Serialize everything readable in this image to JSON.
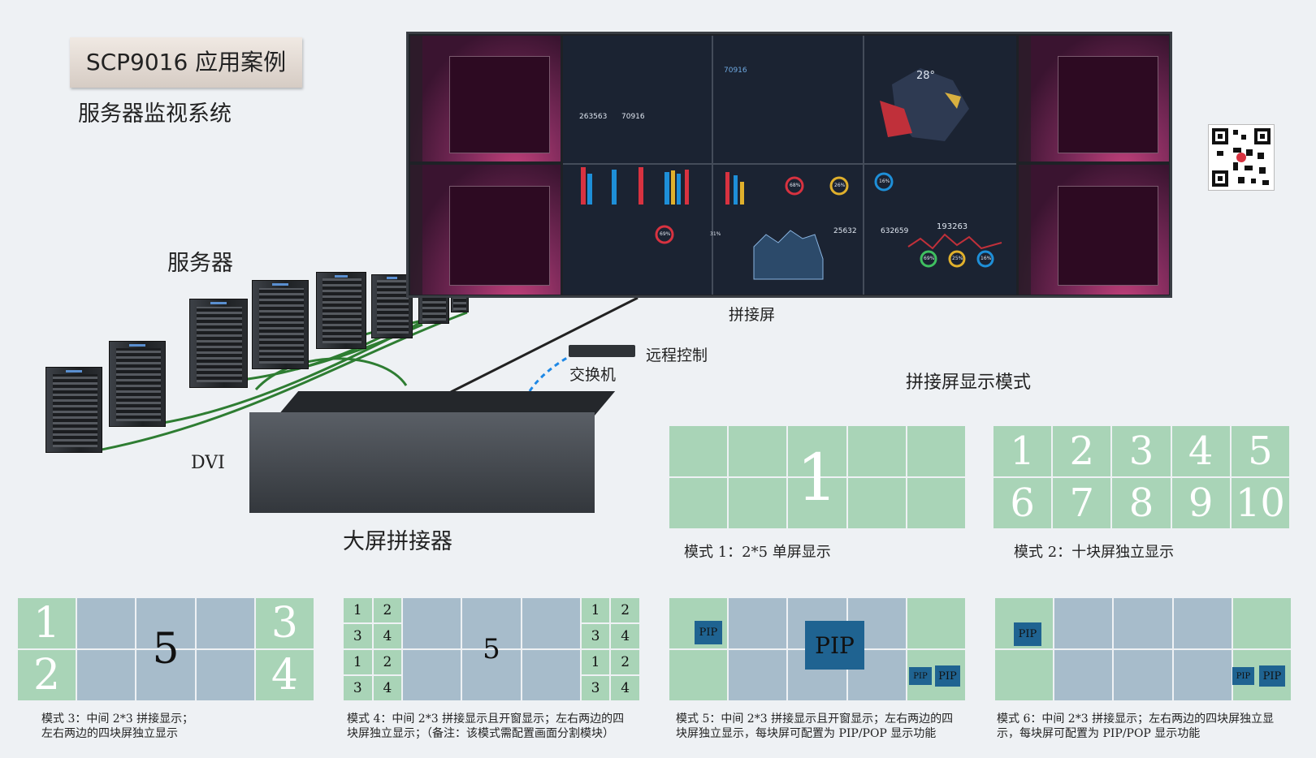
{
  "header": {
    "title": "SCP9016 应用案例",
    "subtitle": "服务器监视系统"
  },
  "labels": {
    "servers": "服务器",
    "dvi": "DVI",
    "splicer": "大屏拼接器",
    "switch": "交换机",
    "remote": "远程控制",
    "wall": "拼接屏",
    "modes_title": "拼接屏显示模式"
  },
  "dashboard": {
    "v1": "263563",
    "v2": "70916",
    "v3": "70916",
    "v4": "28°",
    "v5": "25632",
    "v6": "632659",
    "v7": "193263",
    "p1": "68%",
    "p2": "26%",
    "p3": "16%",
    "p4": "69%",
    "p5": "31%",
    "p6": "69%",
    "p7": "25%",
    "p8": "16%"
  },
  "modes": {
    "mode1": {
      "caption": "模式 1：2*5 单屏显示",
      "number": "1"
    },
    "mode2": {
      "caption": "模式 2：十块屏独立显示",
      "numbers": [
        "1",
        "2",
        "3",
        "4",
        "5",
        "6",
        "7",
        "8",
        "9",
        "10"
      ]
    },
    "mode3": {
      "caption_l1": "模式 3：中间 2*3 拼接显示；",
      "caption_l2": "左右两边的四块屏独立显示",
      "numbers": [
        "1",
        "2",
        "3",
        "4",
        "5"
      ]
    },
    "mode4": {
      "caption_l1": "模式 4：中间 2*3 拼接显示且开窗显示；左右两边的四",
      "caption_l2": "块屏独立显示；（备注：该模式需配置画面分割模块）",
      "small": [
        "1",
        "2",
        "3",
        "4"
      ],
      "center": "5"
    },
    "mode5": {
      "caption_l1": "模式 5：中间 2*3 拼接显示且开窗显示；左右两边的四",
      "caption_l2": "块屏独立显示，每块屏可配置为 PIP/POP 显示功能",
      "pip": "PIP"
    },
    "mode6": {
      "caption_l1": "模式 6：中间 2*3 拼接显示；左右两边的四块屏独立显",
      "caption_l2": "示，每块屏可配置为 PIP/POP 显示功能",
      "pip": "PIP"
    }
  },
  "colors": {
    "green_cell": "#a9d4b7",
    "blue_cell": "#a7bccb",
    "pip": "#1f6391",
    "cable": "#2e7d32",
    "net": "#1e88e5"
  }
}
